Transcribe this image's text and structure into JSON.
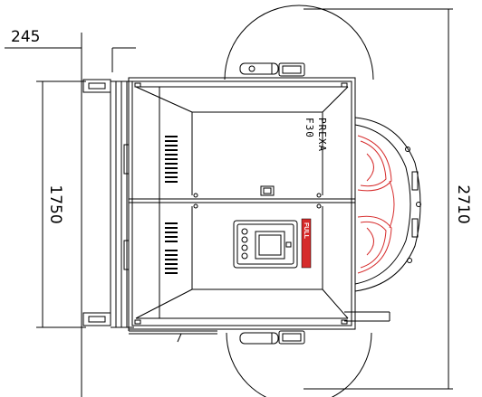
{
  "dimensions": {
    "offset": "245",
    "width": "1750",
    "length": "2710"
  },
  "machine": {
    "model_line1": "PREXA",
    "model_line2": "F30",
    "brand_mark": "FULL"
  },
  "colors": {
    "line": "#000000",
    "accent": "#d62a2a",
    "background": "#ffffff"
  }
}
